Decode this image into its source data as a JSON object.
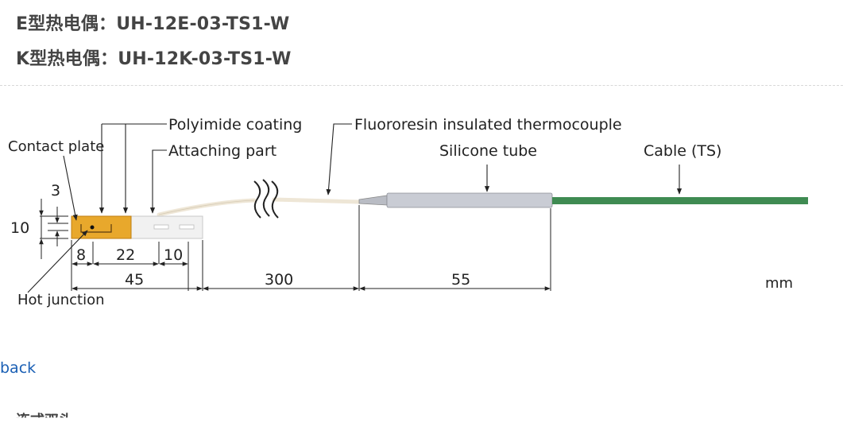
{
  "headings": {
    "e_type": "E型热电偶：UH-12E-03-TS1-W",
    "k_type": "K型热电偶：UH-12K-03-TS1-W"
  },
  "diagram": {
    "labels": {
      "contact_plate": "Contact plate",
      "polyimide_coating": "Polyimide coating",
      "attaching_part": "Attaching part",
      "fluororesin": "Fluororesin insulated thermocouple",
      "silicone_tube": "Silicone tube",
      "cable": "Cable (TS)",
      "hot_junction": "Hot junction",
      "unit": "mm"
    },
    "dims": {
      "d3": "3",
      "d10_height": "10",
      "d8": "8",
      "d22": "22",
      "d10": "10",
      "d45": "45",
      "d300": "300",
      "d55": "55"
    },
    "colors": {
      "contact_plate": "#e8a82c",
      "attaching_part": "#f1f1f1",
      "lead_wire": "#eee6d6",
      "silicone_tube": "#c9ccd4",
      "cable": "#3f8b52"
    }
  },
  "nav": {
    "back_label": "back"
  },
  "footer": {
    "partial_text": "连式双头"
  }
}
